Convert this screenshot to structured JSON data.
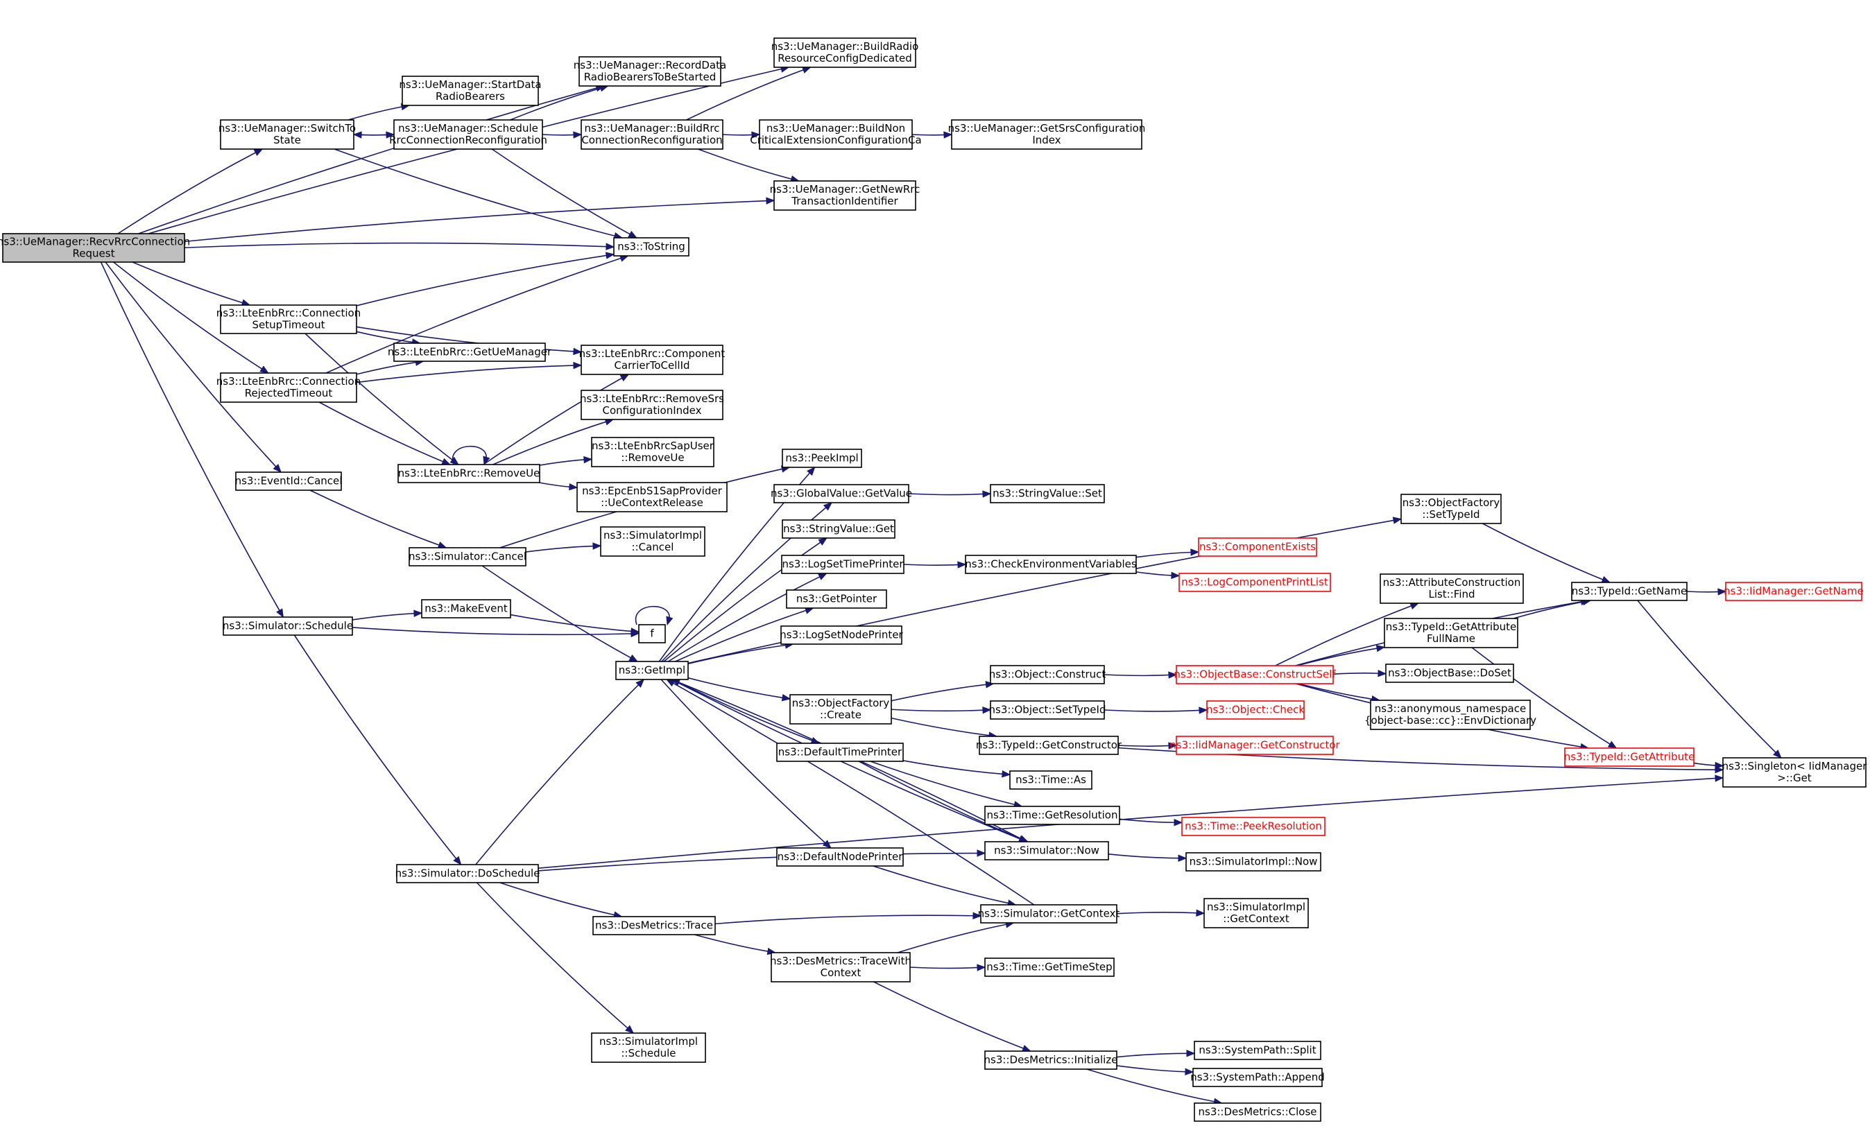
{
  "colors": {
    "edge": "#191970",
    "root_fill": "#bfbfbf",
    "truncated": "#ff0000"
  },
  "nodes": [
    {
      "id": "recv",
      "lines": [
        "ns3::UeManager::RecvRrcConnection",
        "Request"
      ],
      "root": true
    },
    {
      "id": "buildRadio",
      "lines": [
        "ns3::UeManager::BuildRadio",
        "ResourceConfigDedicated"
      ]
    },
    {
      "id": "recordData",
      "lines": [
        "ns3::UeManager::RecordData",
        "RadioBearersToBeStarted"
      ]
    },
    {
      "id": "startData",
      "lines": [
        "ns3::UeManager::StartData",
        "RadioBearers"
      ]
    },
    {
      "id": "switchTo",
      "lines": [
        "ns3::UeManager::SwitchTo",
        "State"
      ]
    },
    {
      "id": "schedRrc",
      "lines": [
        "ns3::UeManager::Schedule",
        "RrcConnectionReconfiguration"
      ]
    },
    {
      "id": "buildRrc",
      "lines": [
        "ns3::UeManager::BuildRrc",
        "ConnectionReconfiguration"
      ]
    },
    {
      "id": "buildNon",
      "lines": [
        "ns3::UeManager::BuildNon",
        "CriticalExtensionConfigurationCa"
      ]
    },
    {
      "id": "getSrs",
      "lines": [
        "ns3::UeManager::GetSrsConfiguration",
        "Index"
      ]
    },
    {
      "id": "getNewRrc",
      "lines": [
        "ns3::UeManager::GetNewRrc",
        "TransactionIdentifier"
      ]
    },
    {
      "id": "toString",
      "lines": [
        "ns3::ToString"
      ]
    },
    {
      "id": "connSetup",
      "lines": [
        "ns3::LteEnbRrc::Connection",
        "SetupTimeout"
      ]
    },
    {
      "id": "getUeMgr",
      "lines": [
        "ns3::LteEnbRrc::GetUeManager"
      ]
    },
    {
      "id": "compCarrier",
      "lines": [
        "ns3::LteEnbRrc::Component",
        "CarrierToCellId"
      ]
    },
    {
      "id": "connRej",
      "lines": [
        "ns3::LteEnbRrc::Connection",
        "RejectedTimeout"
      ]
    },
    {
      "id": "removeSrs",
      "lines": [
        "ns3::LteEnbRrc::RemoveSrs",
        "ConfigurationIndex"
      ]
    },
    {
      "id": "removeUe",
      "lines": [
        "ns3::LteEnbRrc::RemoveUe"
      ]
    },
    {
      "id": "sapRemoveUe",
      "lines": [
        "ns3::LteEnbRrcSapUser",
        "::RemoveUe"
      ]
    },
    {
      "id": "ueCtxRel",
      "lines": [
        "ns3::EpcEnbS1SapProvider",
        "::UeContextRelease"
      ]
    },
    {
      "id": "eventCancel",
      "lines": [
        "ns3::EventId::Cancel"
      ]
    },
    {
      "id": "simCancel",
      "lines": [
        "ns3::Simulator::Cancel"
      ]
    },
    {
      "id": "simImplCancel",
      "lines": [
        "ns3::SimulatorImpl",
        "::Cancel"
      ]
    },
    {
      "id": "simSchedule",
      "lines": [
        "ns3::Simulator::Schedule"
      ]
    },
    {
      "id": "makeEvent",
      "lines": [
        "ns3::MakeEvent"
      ]
    },
    {
      "id": "f",
      "lines": [
        "f"
      ]
    },
    {
      "id": "getImpl",
      "lines": [
        "ns3::GetImpl"
      ]
    },
    {
      "id": "peekImpl",
      "lines": [
        "ns3::PeekImpl"
      ]
    },
    {
      "id": "gvGetValue",
      "lines": [
        "ns3::GlobalValue::GetValue"
      ]
    },
    {
      "id": "svSet",
      "lines": [
        "ns3::StringValue::Set"
      ]
    },
    {
      "id": "svGet",
      "lines": [
        "ns3::StringValue::Get"
      ]
    },
    {
      "id": "logSetTime",
      "lines": [
        "ns3::LogSetTimePrinter"
      ]
    },
    {
      "id": "checkEnv",
      "lines": [
        "ns3::CheckEnvironmentVariables"
      ]
    },
    {
      "id": "compExists",
      "lines": [
        "ns3::ComponentExists"
      ],
      "red": true
    },
    {
      "id": "logCompPrint",
      "lines": [
        "ns3::LogComponentPrintList"
      ],
      "red": true
    },
    {
      "id": "getPointer",
      "lines": [
        "ns3::GetPointer"
      ]
    },
    {
      "id": "logSetNode",
      "lines": [
        "ns3::LogSetNodePrinter"
      ]
    },
    {
      "id": "ofCreate",
      "lines": [
        "ns3::ObjectFactory",
        "::Create"
      ]
    },
    {
      "id": "objConstruct",
      "lines": [
        "ns3::Object::Construct"
      ]
    },
    {
      "id": "objSetTypeId",
      "lines": [
        "ns3::Object::SetTypeId"
      ]
    },
    {
      "id": "tidGetCtor",
      "lines": [
        "ns3::TypeId::GetConstructor"
      ]
    },
    {
      "id": "objBaseCS",
      "lines": [
        "ns3::ObjectBase::ConstructSelf"
      ],
      "red": true
    },
    {
      "id": "objCheck",
      "lines": [
        "ns3::Object::Check"
      ],
      "red": true
    },
    {
      "id": "iidGetCtor",
      "lines": [
        "ns3::IidManager::GetConstructor"
      ],
      "red": true
    },
    {
      "id": "ofSetTypeId",
      "lines": [
        "ns3::ObjectFactory",
        "::SetTypeId"
      ]
    },
    {
      "id": "acFind",
      "lines": [
        "ns3::AttributeConstruction",
        "List::Find"
      ]
    },
    {
      "id": "tidGetAttrFull",
      "lines": [
        "ns3::TypeId::GetAttribute",
        "FullName"
      ]
    },
    {
      "id": "objBaseDoSet",
      "lines": [
        "ns3::ObjectBase::DoSet"
      ]
    },
    {
      "id": "envDict",
      "lines": [
        "ns3::anonymous_namespace",
        "{object-base::cc}::EnvDictionary"
      ]
    },
    {
      "id": "tidGetName",
      "lines": [
        "ns3::TypeId::GetName"
      ]
    },
    {
      "id": "iidGetName",
      "lines": [
        "ns3::IidManager::GetName"
      ],
      "red": true
    },
    {
      "id": "tidGetAttr",
      "lines": [
        "ns3::TypeId::GetAttribute"
      ],
      "red": true
    },
    {
      "id": "singleton",
      "lines": [
        "ns3::Singleton< IidManager",
        ">::Get"
      ]
    },
    {
      "id": "defTimePrinter",
      "lines": [
        "ns3::DefaultTimePrinter"
      ]
    },
    {
      "id": "timeAs",
      "lines": [
        "ns3::Time::As"
      ]
    },
    {
      "id": "timeGetRes",
      "lines": [
        "ns3::Time::GetResolution"
      ]
    },
    {
      "id": "timePeekRes",
      "lines": [
        "ns3::Time::PeekResolution"
      ],
      "red": true
    },
    {
      "id": "simNow",
      "lines": [
        "ns3::Simulator::Now"
      ]
    },
    {
      "id": "simImplNow",
      "lines": [
        "ns3::SimulatorImpl::Now"
      ]
    },
    {
      "id": "defNodePrinter",
      "lines": [
        "ns3::DefaultNodePrinter"
      ]
    },
    {
      "id": "simDoSchedule",
      "lines": [
        "ns3::Simulator::DoSchedule"
      ]
    },
    {
      "id": "simGetContext",
      "lines": [
        "ns3::Simulator::GetContext"
      ]
    },
    {
      "id": "simImplGetCtx",
      "lines": [
        "ns3::SimulatorImpl",
        "::GetContext"
      ]
    },
    {
      "id": "desTrace",
      "lines": [
        "ns3::DesMetrics::Trace"
      ]
    },
    {
      "id": "desTraceWith",
      "lines": [
        "ns3::DesMetrics::TraceWith",
        "Context"
      ]
    },
    {
      "id": "timeGetStep",
      "lines": [
        "ns3::Time::GetTimeStep"
      ]
    },
    {
      "id": "simImplSched",
      "lines": [
        "ns3::SimulatorImpl",
        "::Schedule"
      ]
    },
    {
      "id": "desInit",
      "lines": [
        "ns3::DesMetrics::Initialize"
      ]
    },
    {
      "id": "spSplit",
      "lines": [
        "ns3::SystemPath::Split"
      ]
    },
    {
      "id": "spAppend",
      "lines": [
        "ns3::SystemPath::Append"
      ]
    },
    {
      "id": "desClose",
      "lines": [
        "ns3::DesMetrics::Close"
      ]
    }
  ],
  "edges": [
    [
      "recv",
      "buildRadio"
    ],
    [
      "recv",
      "recordData"
    ],
    [
      "recv",
      "switchTo"
    ],
    [
      "recv",
      "getNewRrc"
    ],
    [
      "recv",
      "toString"
    ],
    [
      "recv",
      "connSetup"
    ],
    [
      "recv",
      "connRej"
    ],
    [
      "recv",
      "eventCancel"
    ],
    [
      "recv",
      "simSchedule"
    ],
    [
      "switchTo",
      "startData"
    ],
    [
      "switchTo",
      "schedRrc"
    ],
    [
      "switchTo",
      "toString"
    ],
    [
      "schedRrc",
      "switchTo"
    ],
    [
      "schedRrc",
      "recordData"
    ],
    [
      "schedRrc",
      "buildRrc"
    ],
    [
      "schedRrc",
      "toString"
    ],
    [
      "buildRrc",
      "buildRadio"
    ],
    [
      "buildRrc",
      "buildNon"
    ],
    [
      "buildRrc",
      "getNewRrc"
    ],
    [
      "buildNon",
      "getSrs"
    ],
    [
      "connSetup",
      "toString"
    ],
    [
      "connSetup",
      "getUeMgr"
    ],
    [
      "connSetup",
      "compCarrier"
    ],
    [
      "connSetup",
      "removeUe"
    ],
    [
      "connRej",
      "getUeMgr"
    ],
    [
      "connRej",
      "toString"
    ],
    [
      "connRej",
      "compCarrier"
    ],
    [
      "connRej",
      "removeUe"
    ],
    [
      "removeUe",
      "removeUe"
    ],
    [
      "removeUe",
      "compCarrier"
    ],
    [
      "removeUe",
      "removeSrs"
    ],
    [
      "removeUe",
      "sapRemoveUe"
    ],
    [
      "removeUe",
      "ueCtxRel"
    ],
    [
      "eventCancel",
      "simCancel"
    ],
    [
      "simCancel",
      "simImplCancel"
    ],
    [
      "simCancel",
      "peekImpl"
    ],
    [
      "simCancel",
      "getImpl"
    ],
    [
      "simSchedule",
      "makeEvent"
    ],
    [
      "simSchedule",
      "f"
    ],
    [
      "simSchedule",
      "simDoSchedule"
    ],
    [
      "makeEvent",
      "f"
    ],
    [
      "f",
      "f"
    ],
    [
      "getImpl",
      "peekImpl"
    ],
    [
      "getImpl",
      "gvGetValue"
    ],
    [
      "getImpl",
      "svGet"
    ],
    [
      "getImpl",
      "logSetTime"
    ],
    [
      "getImpl",
      "getPointer"
    ],
    [
      "getImpl",
      "logSetNode"
    ],
    [
      "getImpl",
      "ofCreate"
    ],
    [
      "getImpl",
      "defTimePrinter"
    ],
    [
      "getImpl",
      "defNodePrinter"
    ],
    [
      "getImpl",
      "simNow"
    ],
    [
      "getImpl",
      "ofSetTypeId"
    ],
    [
      "gvGetValue",
      "svSet"
    ],
    [
      "logSetTime",
      "checkEnv"
    ],
    [
      "checkEnv",
      "compExists"
    ],
    [
      "checkEnv",
      "logCompPrint"
    ],
    [
      "ofCreate",
      "objConstruct"
    ],
    [
      "ofCreate",
      "objSetTypeId"
    ],
    [
      "ofCreate",
      "tidGetCtor"
    ],
    [
      "objConstruct",
      "objBaseCS"
    ],
    [
      "objSetTypeId",
      "objCheck"
    ],
    [
      "tidGetCtor",
      "iidGetCtor"
    ],
    [
      "tidGetCtor",
      "singleton"
    ],
    [
      "ofSetTypeId",
      "tidGetName"
    ],
    [
      "objBaseCS",
      "acFind"
    ],
    [
      "objBaseCS",
      "tidGetAttrFull"
    ],
    [
      "objBaseCS",
      "objBaseDoSet"
    ],
    [
      "objBaseCS",
      "envDict"
    ],
    [
      "objBaseCS",
      "tidGetName"
    ],
    [
      "objBaseCS",
      "tidGetAttr"
    ],
    [
      "tidGetAttrFull",
      "tidGetName"
    ],
    [
      "tidGetAttrFull",
      "tidGetAttr"
    ],
    [
      "tidGetName",
      "iidGetName"
    ],
    [
      "tidGetName",
      "singleton"
    ],
    [
      "tidGetAttr",
      "singleton"
    ],
    [
      "defTimePrinter",
      "timeAs"
    ],
    [
      "defTimePrinter",
      "timeGetRes"
    ],
    [
      "defTimePrinter",
      "simNow"
    ],
    [
      "timeGetRes",
      "timePeekRes"
    ],
    [
      "simNow",
      "simImplNow"
    ],
    [
      "simNow",
      "getImpl"
    ],
    [
      "defNodePrinter",
      "simGetContext"
    ],
    [
      "simDoSchedule",
      "getImpl"
    ],
    [
      "simDoSchedule",
      "simNow"
    ],
    [
      "simDoSchedule",
      "desTrace"
    ],
    [
      "simDoSchedule",
      "singleton"
    ],
    [
      "simDoSchedule",
      "simImplSched"
    ],
    [
      "desTrace",
      "simGetContext"
    ],
    [
      "desTrace",
      "desTraceWith"
    ],
    [
      "desTraceWith",
      "simGetContext"
    ],
    [
      "desTraceWith",
      "timeGetStep"
    ],
    [
      "desTraceWith",
      "desInit"
    ],
    [
      "simGetContext",
      "simImplGetCtx"
    ],
    [
      "simGetContext",
      "getImpl"
    ],
    [
      "desInit",
      "spSplit"
    ],
    [
      "desInit",
      "spAppend"
    ],
    [
      "desInit",
      "desClose"
    ]
  ]
}
